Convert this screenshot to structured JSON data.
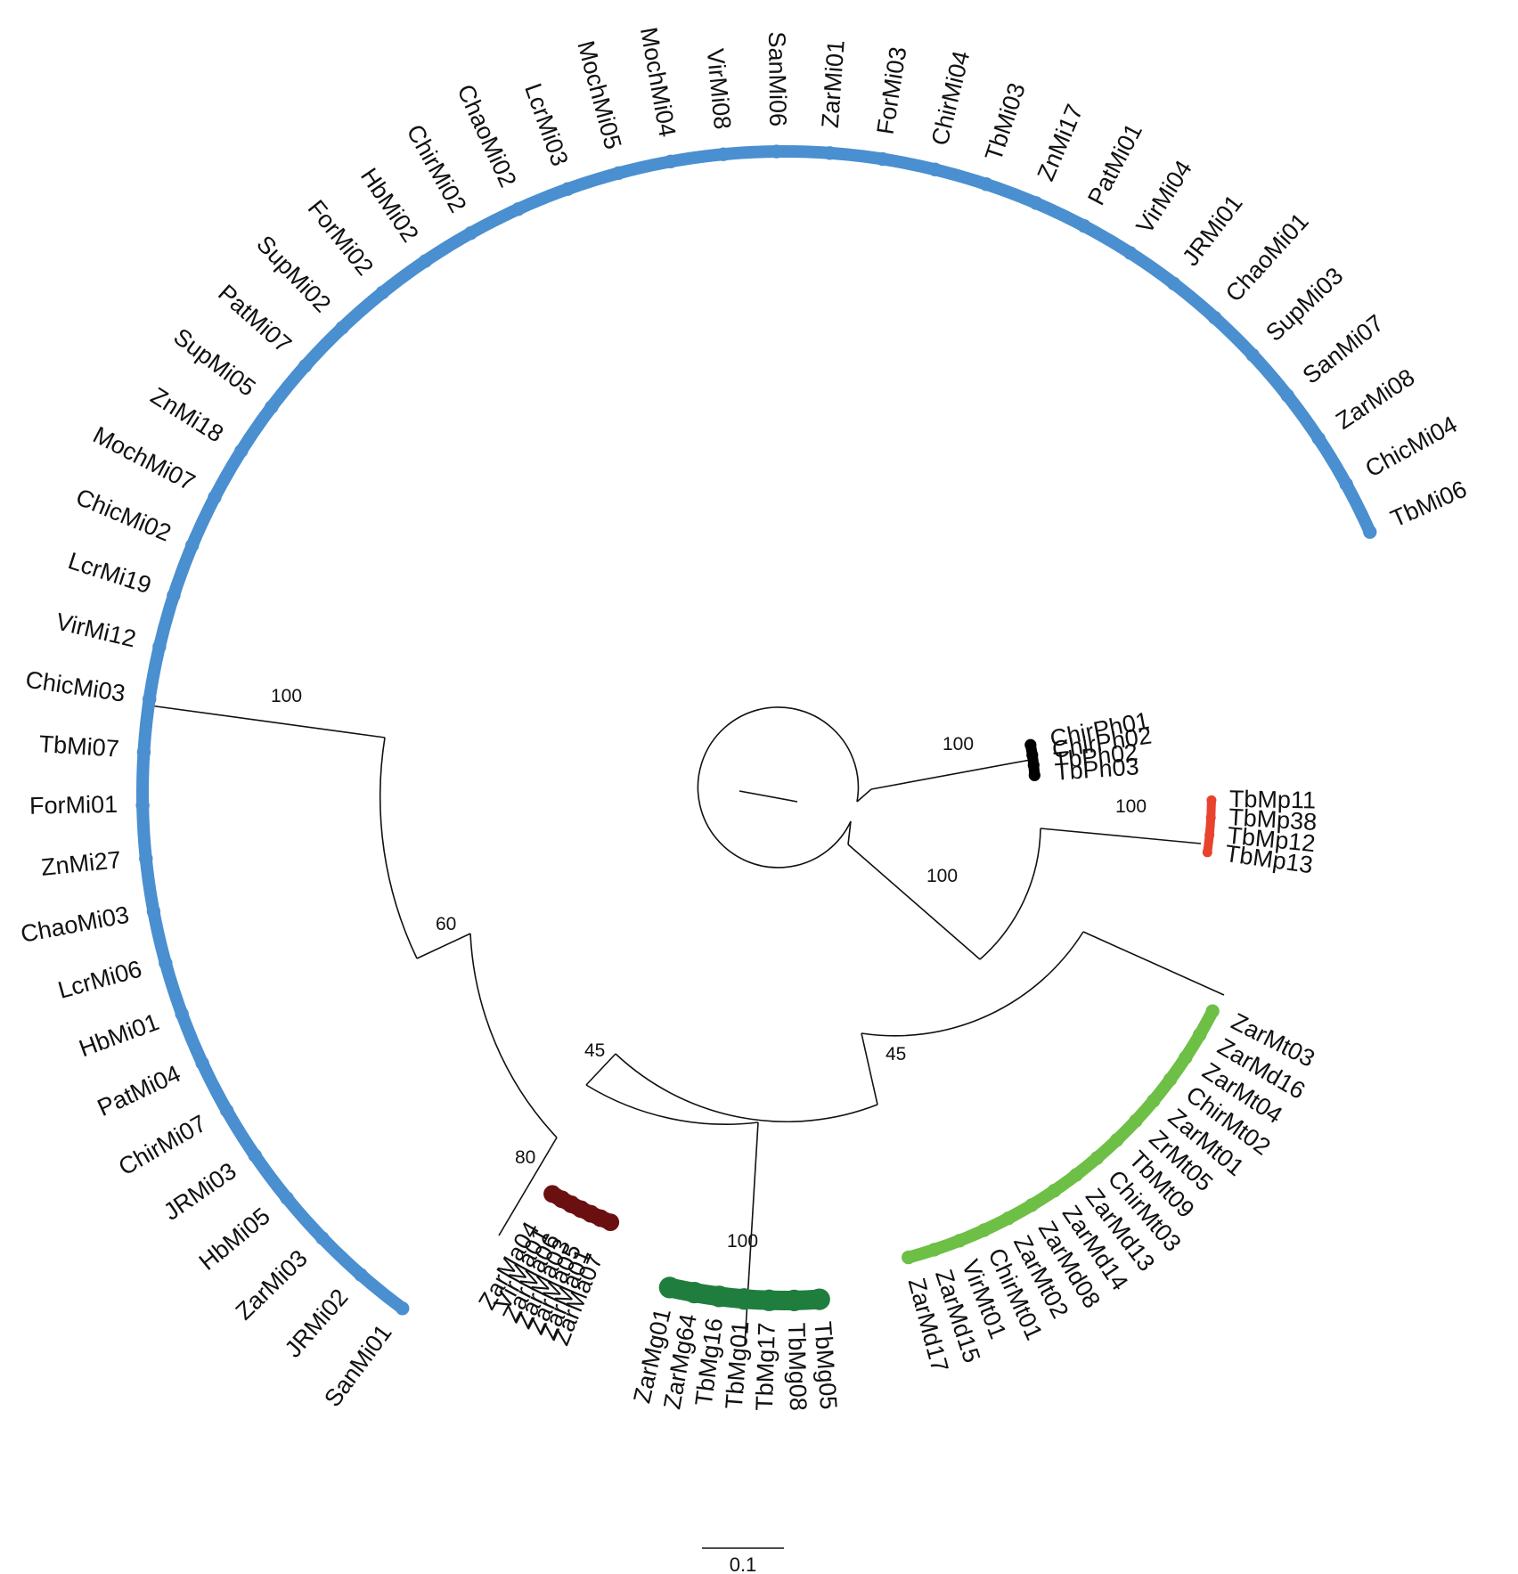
{
  "support_values": [
    "100",
    "60",
    "45",
    "80",
    "100",
    "100",
    "100",
    "100",
    "45"
  ],
  "scale_bar": {
    "label": "0.1"
  },
  "clades": [
    {
      "id": "mi",
      "color": "#4a8fd0",
      "leaves": [
        "SanMi01",
        "JRMi02",
        "ZarMi03",
        "HbMi05",
        "JRMi03",
        "ChirMi07",
        "PatMi04",
        "HbMi01",
        "LcrMi06",
        "ChaoMi03",
        "ZnMi27",
        "ForMi01",
        "TbMi07",
        "ChicMi03",
        "VirMi12",
        "LcrMi19",
        "ChicMi02",
        "MochMi07",
        "ZnMi18",
        "SupMi05",
        "PatMi07",
        "SupMi02",
        "ForMi02",
        "HbMi02",
        "ChirMi02",
        "ChaoMi02",
        "LcrMi03",
        "MochMi05",
        "MochMi04",
        "VirMi08",
        "SanMi06",
        "ZarMi01",
        "ForMi03",
        "ChirMi04",
        "TbMi03",
        "ZnMi17",
        "PatMi01",
        "VirMi04",
        "JRMi01",
        "ChaoMi01",
        "SupMi03",
        "SanMi07",
        "ZarMi08",
        "ChicMi04",
        "TbMi06"
      ]
    },
    {
      "id": "ph",
      "color": "#000000",
      "leaves": [
        "ChirPh01",
        "ChirPh02",
        "TbPh02",
        "TbPh03"
      ]
    },
    {
      "id": "mp",
      "color": "#e8432e",
      "leaves": [
        "TbMp11",
        "TbMp38",
        "TbMp12",
        "TbMp13"
      ]
    },
    {
      "id": "mt",
      "color": "#6dbf45",
      "leaves": [
        "ZarMt03",
        "ZarMd16",
        "ZarMt04",
        "ChirMt02",
        "ZarMt01",
        "ZrMt05",
        "TbMt09",
        "ChirMt03",
        "ZarMd13",
        "ZarMd14",
        "ZarMd08",
        "ZarMt02",
        "ChirMt01",
        "VirMt01",
        "ZarMd15",
        "ZarMd17"
      ]
    },
    {
      "id": "mg",
      "color": "#1f7e3e",
      "leaves": [
        "TbMg05",
        "TbMg08",
        "TbMg17",
        "TbMg01",
        "TbMg16",
        "ZarMg64",
        "ZarMg01"
      ]
    },
    {
      "id": "ma",
      "color": "#6b1010",
      "leaves": [
        "ZarMa07",
        "ZarMa01",
        "ZarMa05",
        "ZarMa03",
        "ZarMa06",
        "VirMa01",
        "ZarMa04"
      ]
    }
  ]
}
